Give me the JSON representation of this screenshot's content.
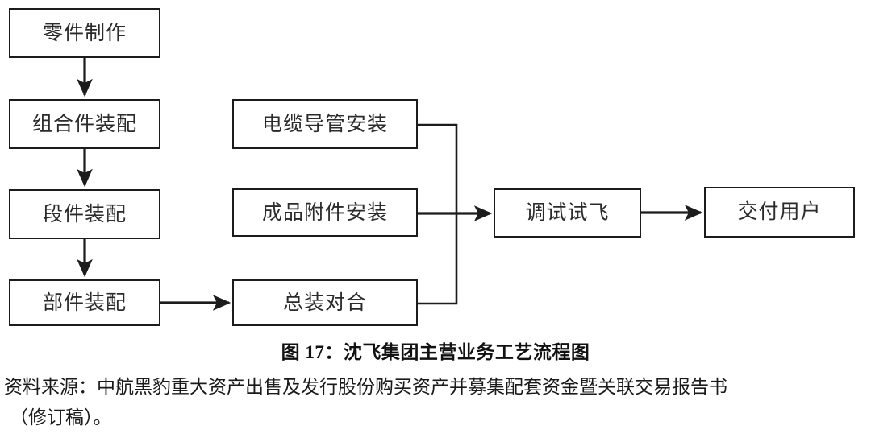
{
  "figure": {
    "caption": "图 17：沈飞集团主营业务工艺流程图",
    "source_line_1": "资料来源：中航黑豹重大资产出售及发行股份购买资产并募集配套资金暨关联交易报告书",
    "source_line_2": "（修订稿）。",
    "colors": {
      "box_border": "#1c1c1c",
      "box_fill": "#ffffff",
      "text": "#2b2b2b",
      "connector": "#1c1c1c",
      "background": "#ffffff"
    }
  },
  "flowchart": {
    "type": "process-flow-diagram",
    "nodes": [
      {
        "id": "parts",
        "label": "零件制作",
        "column": "left",
        "row": 1
      },
      {
        "id": "subassy",
        "label": "组合件装配",
        "column": "left",
        "row": 2
      },
      {
        "id": "section",
        "label": "段件装配",
        "column": "left",
        "row": 3
      },
      {
        "id": "component",
        "label": "部件装配",
        "column": "left",
        "row": 4
      },
      {
        "id": "cable",
        "label": "电缆导管安装",
        "column": "middle",
        "row": 1
      },
      {
        "id": "fittings",
        "label": "成品附件安装",
        "column": "middle",
        "row": 2
      },
      {
        "id": "final",
        "label": "总装对合",
        "column": "middle",
        "row": 3
      },
      {
        "id": "test",
        "label": "调试试飞",
        "column": "right",
        "row": 2
      },
      {
        "id": "deliver",
        "label": "交付用户",
        "column": "right",
        "row": 2
      }
    ],
    "edges": [
      {
        "from": "parts",
        "to": "subassy",
        "direction": "down"
      },
      {
        "from": "subassy",
        "to": "section",
        "direction": "down"
      },
      {
        "from": "section",
        "to": "component",
        "direction": "down"
      },
      {
        "from": "component",
        "to": "final",
        "direction": "right"
      },
      {
        "from": "cable",
        "to": "test",
        "direction": "right-merge"
      },
      {
        "from": "fittings",
        "to": "test",
        "direction": "right"
      },
      {
        "from": "final",
        "to": "test",
        "direction": "right-merge"
      },
      {
        "from": "test",
        "to": "deliver",
        "direction": "right"
      }
    ]
  }
}
